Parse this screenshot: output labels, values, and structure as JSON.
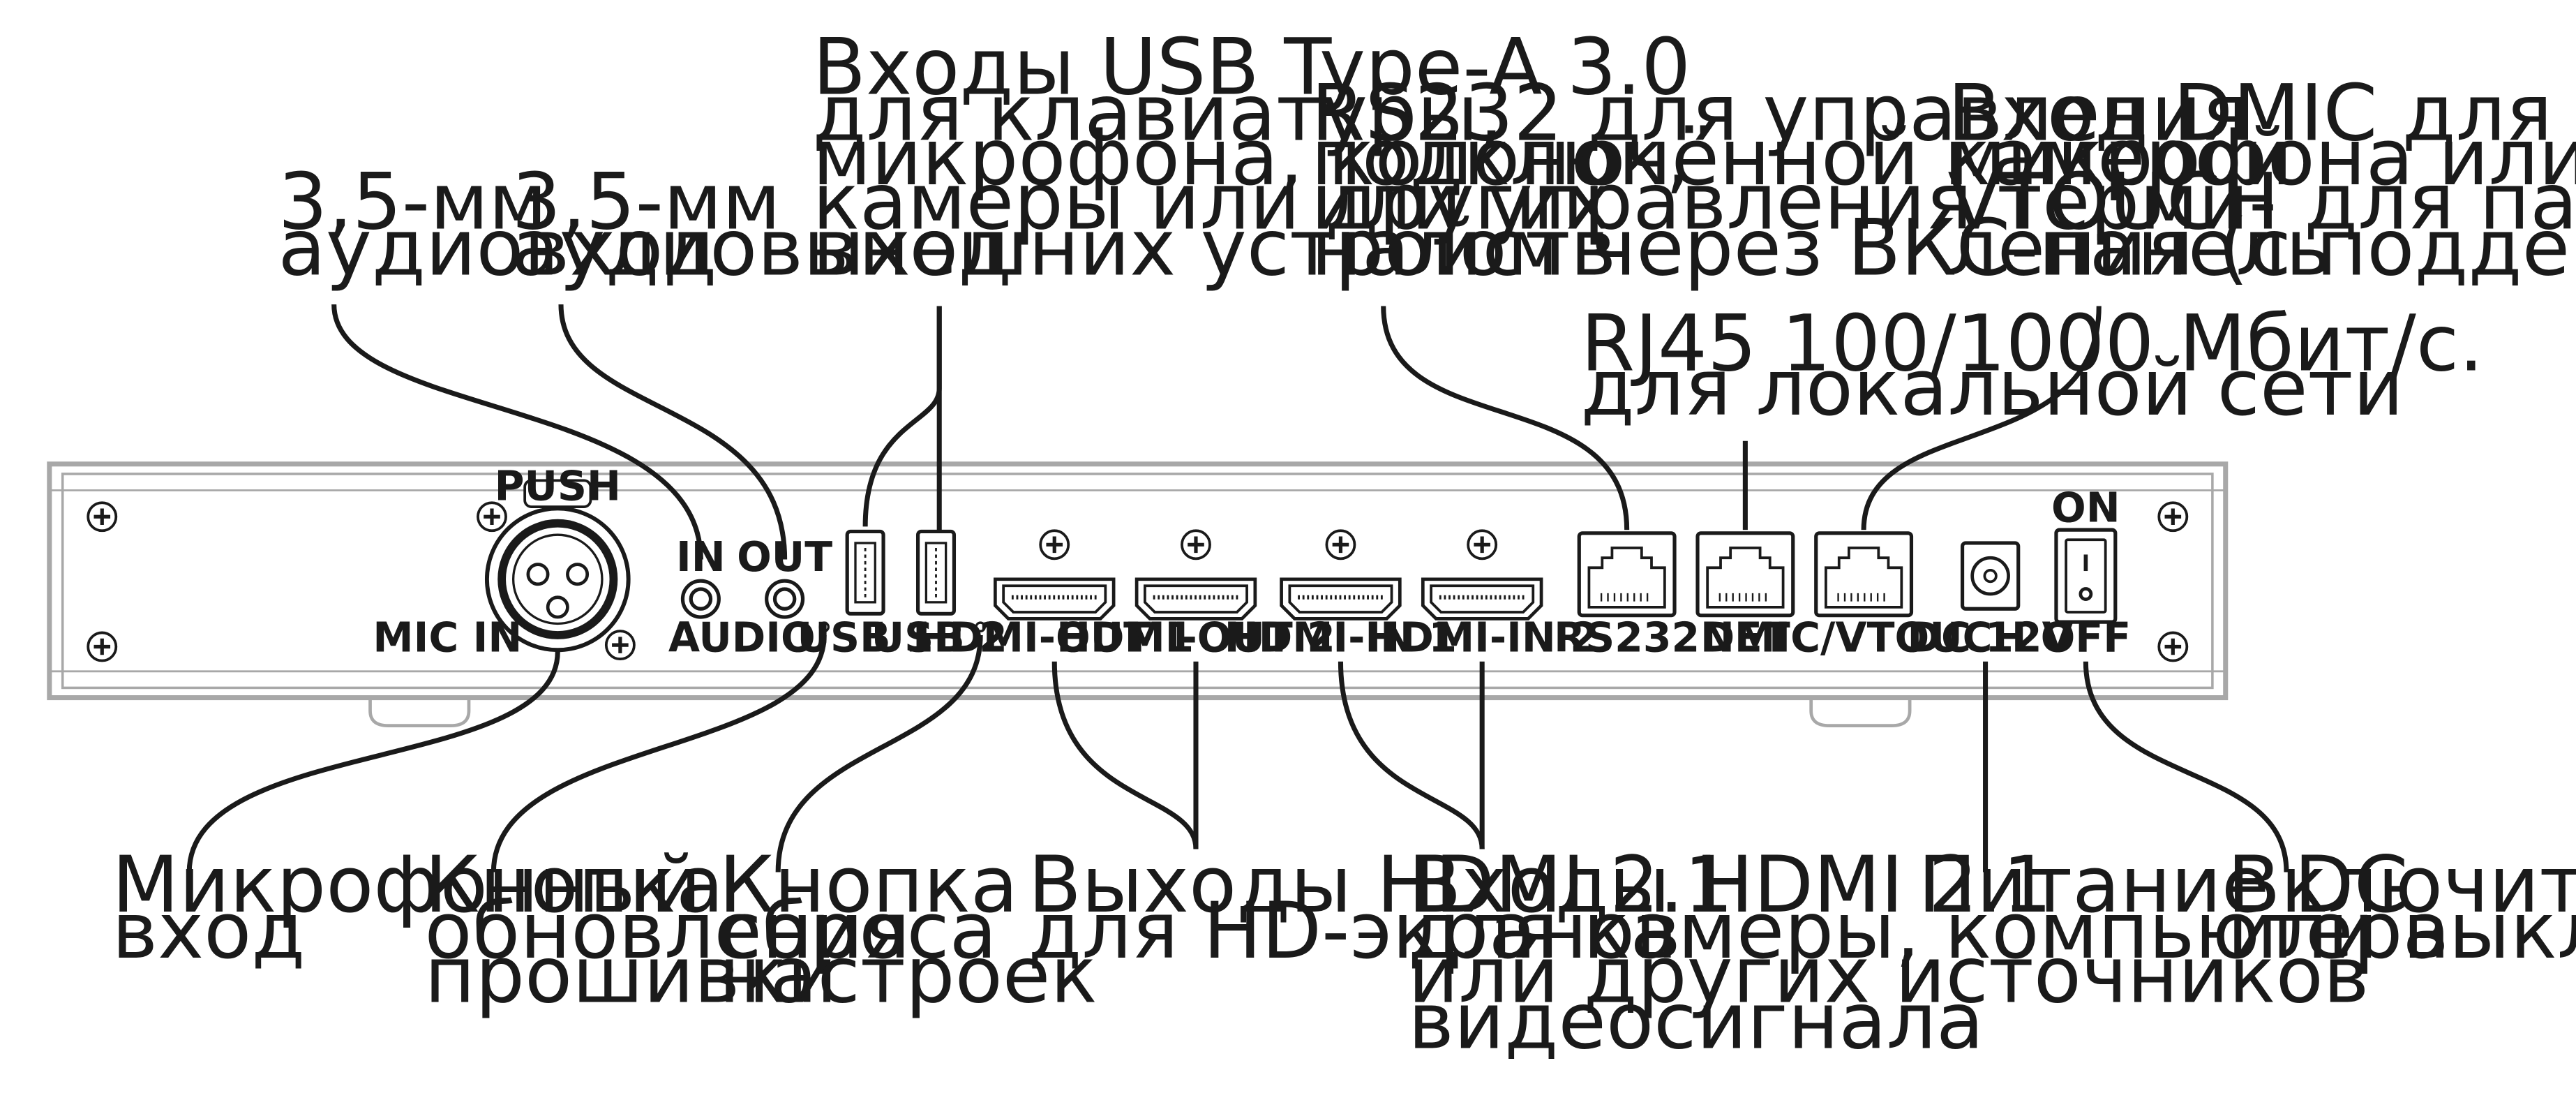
{
  "colors": {
    "ink": "#1a1a1a",
    "panel_outline": "#a8a8a8",
    "background": "#ffffff"
  },
  "panel_labels": {
    "push": "PUSH",
    "mic_in": "MIC IN",
    "in": "IN",
    "out": "OUT",
    "audio": "AUDIO",
    "usb1": "USB 1",
    "usb2": "USB 2",
    "hdmi_out1": "HDMI-OUT 1",
    "hdmi_out2": "HDMI-OUT 2",
    "hdmi_in1": "HDMI-IN 1",
    "hdmi_in2": "HDMI-IN 2",
    "rs232": "RS232",
    "net": "NET",
    "dmic": "DMIC/VTOUCH",
    "dc": "DC 12V",
    "on": "ON",
    "off": "OFF"
  },
  "callouts": {
    "audio_in": [
      "3,5-мм",
      "аудиовход"
    ],
    "audio_out": [
      "3,5-мм",
      "аудиовыход"
    ],
    "usb": [
      "Входы USB Type-A 3.0",
      "для клавиатуры,",
      "микрофона, колонок,",
      "камеры или других",
      "внешних устройств"
    ],
    "rs232": [
      "RS232 для управления",
      "подключённой камерой",
      "или управления терми-",
      "налом через ВКС-панель"
    ],
    "dmic": [
      "Вход DMIC для цифрового",
      "микрофона или вход",
      "VTOUCH для панели управ-",
      "ления (с поддержкой PoE)"
    ],
    "rj45": [
      "RJ45 100/1000 Мбит/с.",
      "для локальной сети"
    ],
    "mic": [
      "Микрофонный",
      "вход"
    ],
    "firmware": [
      "Кнопка",
      "обновления",
      "прошивки"
    ],
    "reset": [
      "Кнопка",
      "сброса",
      "настроек"
    ],
    "hdmi_out": [
      "Выходы HDMI 2.1",
      "для HD-экранов"
    ],
    "hdmi_in": [
      "Входы HDMI 2.1",
      "для камеры, компьютера",
      "или других источников",
      "видеосигнала"
    ],
    "power": [
      "Питание DC"
    ],
    "switch": [
      "Включить",
      "или выключить"
    ]
  }
}
